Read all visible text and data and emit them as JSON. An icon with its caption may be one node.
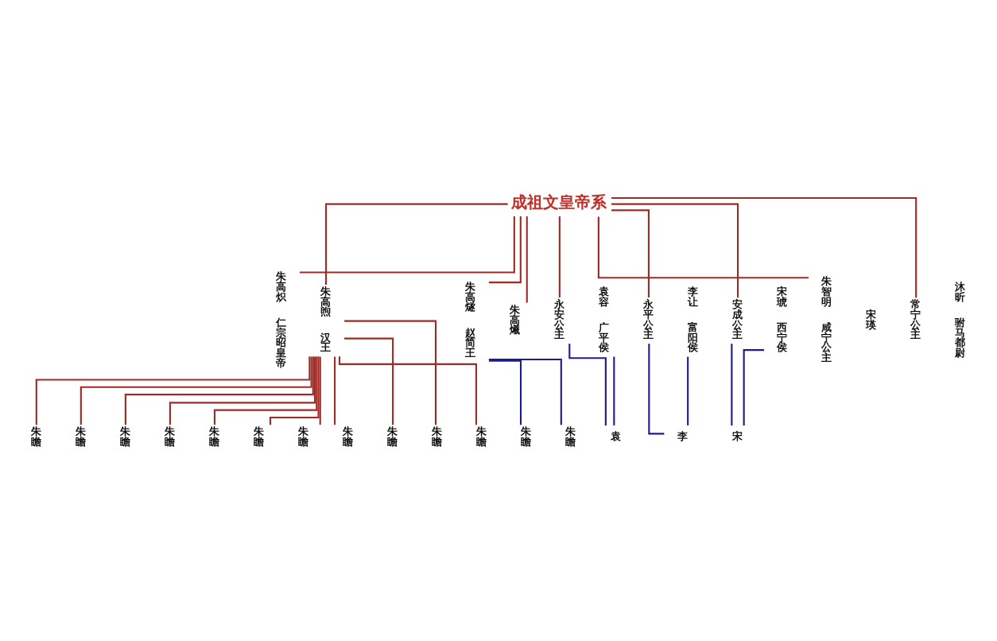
{
  "diagram": {
    "nodes": [
      {
        "text": [
          "成祖文皇帝系"
        ]
      },
      {
        "text": [
          "朱高炽",
          "仁宗昭皇帝"
        ]
      },
      {
        "text": [
          "朱高煦",
          "汉王"
        ]
      },
      {
        "text": [
          "朱高燧",
          "赵简王"
        ]
      },
      {
        "text": [
          "朱高爔"
        ]
      },
      {
        "text": [
          "永安公主"
        ]
      },
      {
        "text": [
          "袁容",
          "广平侯"
        ]
      },
      {
        "text": [
          "永平公主"
        ]
      },
      {
        "text": [
          "李让",
          "富阳侯"
        ]
      },
      {
        "text": [
          "安成公主"
        ]
      },
      {
        "text": [
          "宋琥",
          "西宁侯"
        ]
      },
      {
        "text": [
          "朱智明",
          "咸宁公主"
        ]
      },
      {
        "text": [
          "宋瑛"
        ]
      },
      {
        "text": [
          "常宁公主"
        ]
      },
      {
        "text": [
          "沐昕",
          "驸马都尉"
        ]
      },
      {
        "text": [
          "朱瞻"
        ]
      },
      {
        "text": [
          "朱瞻"
        ]
      },
      {
        "text": [
          "朱瞻"
        ]
      },
      {
        "text": [
          "朱瞻"
        ]
      },
      {
        "text": [
          "朱瞻"
        ]
      },
      {
        "text": [
          "朱瞻"
        ]
      },
      {
        "text": [
          "朱瞻"
        ]
      },
      {
        "text": [
          "朱瞻"
        ]
      },
      {
        "text": [
          "朱瞻"
        ]
      },
      {
        "text": [
          "朱瞻"
        ]
      },
      {
        "text": [
          "朱瞻"
        ]
      },
      {
        "text": [
          "朱瞻"
        ]
      },
      {
        "text": [
          "朱瞻"
        ]
      },
      {
        "text": [
          "袁"
        ]
      },
      {
        "text": [
          "李"
        ]
      },
      {
        "text": [
          "宋"
        ]
      }
    ],
    "edges": [
      {
        "from": 0,
        "to": 1,
        "arrow": "none"
      },
      {
        "from": 0,
        "to": 2,
        "arrow": "none"
      },
      {
        "from": 0,
        "to": 3,
        "arrow": "none"
      },
      {
        "from": 0,
        "to": 4,
        "arrow": "none"
      },
      {
        "from": 0,
        "to": 5,
        "arrow": "none"
      },
      {
        "from": 0,
        "to": 7,
        "arrow": "none"
      },
      {
        "from": 0,
        "to": 9,
        "arrow": "none"
      },
      {
        "from": 0,
        "to": 11,
        "arrow": "none"
      },
      {
        "from": 0,
        "to": 13,
        "arrow": "none"
      },
      {
        "from": 2,
        "to": 15,
        "arrow": "none"
      },
      {
        "from": 2,
        "to": 16,
        "arrow": "none"
      },
      {
        "from": 2,
        "to": 17,
        "arrow": "none"
      },
      {
        "from": 2,
        "to": 18,
        "arrow": "none"
      },
      {
        "from": 2,
        "to": 19,
        "arrow": "none"
      },
      {
        "from": 2,
        "to": 20,
        "arrow": "none"
      },
      {
        "from": 2,
        "to": 21,
        "arrow": "none"
      },
      {
        "from": 2,
        "to": 22,
        "arrow": "none"
      },
      {
        "from": 2,
        "to": 23,
        "arrow": "none"
      },
      {
        "from": 2,
        "to": 24,
        "arrow": "none"
      },
      {
        "from": 2,
        "to": 25,
        "arrow": "none"
      },
      {
        "from": 3,
        "to": 26,
        "arrow": "none",
        "color": "#1c1c8c"
      },
      {
        "from": 3,
        "to": 27,
        "arrow": "none",
        "color": "#1c1c8c"
      },
      {
        "from": 5,
        "to": 28,
        "arrow": "none",
        "color": "#1c1c8c"
      },
      {
        "from": 6,
        "to": 28,
        "arrow": "none",
        "color": "#1c1c8c"
      },
      {
        "from": 7,
        "to": 29,
        "arrow": "none",
        "color": "#1c1c8c"
      },
      {
        "from": 8,
        "to": 29,
        "arrow": "none",
        "color": "#1c1c8c"
      },
      {
        "from": 9,
        "to": 30,
        "arrow": "none",
        "color": "#1c1c8c"
      },
      {
        "from": 10,
        "to": 30,
        "arrow": "none",
        "color": "#1c1c8c"
      }
    ]
  }
}
